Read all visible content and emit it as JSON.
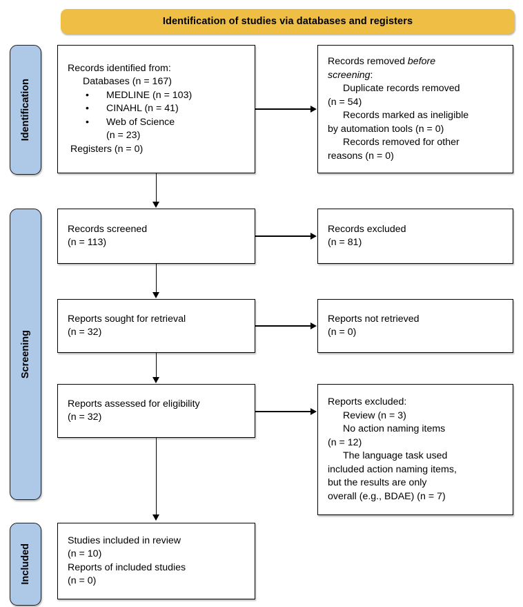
{
  "diagram": {
    "title": "Identification of studies via databases and registers",
    "type": "prisma-flow-diagram",
    "colors": {
      "banner": "#EFBE45",
      "stage_bar": "#AEC8E8",
      "box_border": "#000000",
      "box_fill": "#FFFFFF",
      "text": "#000000"
    }
  },
  "banner": {
    "label": "Identification of studies via databases and registers"
  },
  "stages": {
    "identification": "Identification",
    "screening": "Screening",
    "included": "Included"
  },
  "boxes": {
    "records_identified": {
      "name": "Records identified from",
      "lines": [
        "Records identified from:",
        "Databases (n = 167)",
        "MEDLINE (n = 103)",
        "CINAHL (n = 41)",
        "Web of Science",
        "(n = 23)",
        "Registers (n = 0)"
      ]
    },
    "records_removed": {
      "name": "Records removed before screening",
      "head_prefix": "Records removed ",
      "head_italic": "before",
      "head_italic2": "screening",
      "head_suffix": ":",
      "lines": [
        "Duplicate records removed",
        "(n = 54)",
        "Records marked as ineligible",
        "by automation tools (n = 0)",
        "Records removed for other",
        "reasons (n = 0)"
      ]
    },
    "records_screened": {
      "lines": [
        "Records screened",
        "(n = 113)"
      ]
    },
    "records_excluded": {
      "lines": [
        "Records excluded",
        "(n = 81)"
      ]
    },
    "reports_sought": {
      "lines": [
        "Reports sought for retrieval",
        "(n = 32)"
      ]
    },
    "reports_not_retrieved": {
      "lines": [
        "Reports not retrieved",
        "(n = 0)"
      ]
    },
    "reports_assessed": {
      "lines": [
        "Reports assessed for eligibility",
        "(n = 32)"
      ]
    },
    "reports_excluded": {
      "header": "Reports excluded:",
      "lines": [
        "Review (n = 3)",
        "No action naming items",
        "(n = 12)",
        "The language task used",
        "included action naming items,",
        "but the results are only",
        "overall (e.g., BDAE) (n = 7)"
      ]
    },
    "studies_included": {
      "lines": [
        "Studies included in review",
        "(n = 10)",
        "Reports of included studies",
        "(n = 0)"
      ]
    }
  },
  "counts": {
    "databases_total": 167,
    "medline": 103,
    "cinahl": 41,
    "web_of_science": 23,
    "registers": 0,
    "duplicates_removed": 54,
    "ineligible_automation": 0,
    "removed_other": 0,
    "screened": 113,
    "excluded_screening": 81,
    "sought_retrieval": 32,
    "not_retrieved": 0,
    "assessed_eligibility": 32,
    "excluded_review": 3,
    "excluded_no_action_naming": 12,
    "excluded_overall_only": 7,
    "included_studies": 10,
    "included_reports": 0
  }
}
